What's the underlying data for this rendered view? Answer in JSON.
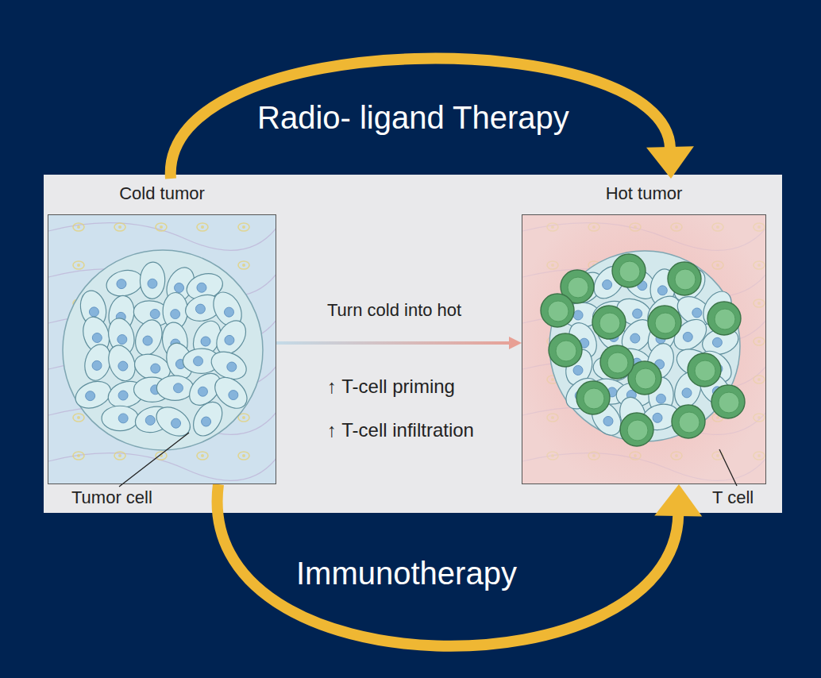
{
  "diagram": {
    "nodes": [
      {
        "text": [
          "Cold tumor"
        ]
      },
      {
        "text": [
          "Hot tumor"
        ]
      }
    ],
    "edges": [
      {
        "from": 0,
        "to": 1,
        "arrow": "to",
        "label": "Radio- ligand Therapy"
      },
      {
        "from": 0,
        "to": 1,
        "arrow": "to",
        "label": "Turn cold into hot"
      },
      {
        "from": 0,
        "to": 1,
        "arrow": "to",
        "label": "Immunotherapy"
      }
    ],
    "labels": [
      "↑ T-cell priming",
      "↑ T-cell infiltration",
      "Tumor cell",
      "T cell"
    ]
  }
}
